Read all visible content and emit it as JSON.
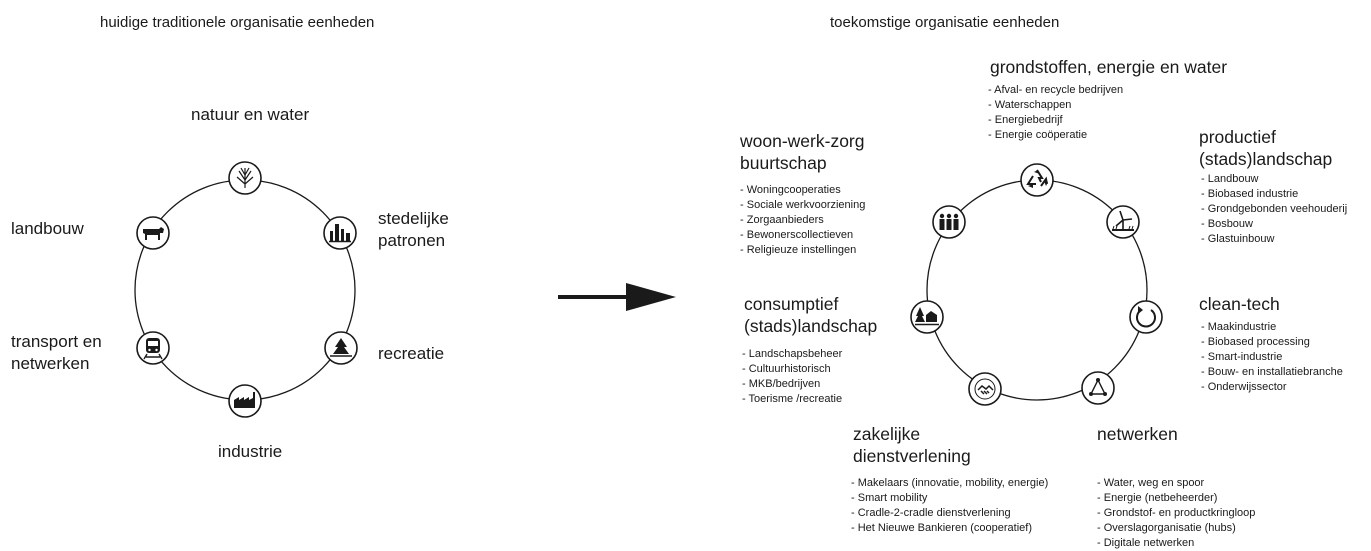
{
  "left": {
    "heading": "huidige traditionele organisatie eenheden",
    "nodes": [
      {
        "label": [
          "natuur en water"
        ],
        "icon": "reed-plant-icon"
      },
      {
        "label": [
          "stedelijke",
          "patronen"
        ],
        "icon": "city-skyline-icon"
      },
      {
        "label": [
          "recreatie"
        ],
        "icon": "tree-landscape-icon"
      },
      {
        "label": [
          "industrie"
        ],
        "icon": "factory-icon"
      },
      {
        "label": [
          "transport en",
          "netwerken"
        ],
        "icon": "train-icon"
      },
      {
        "label": [
          "landbouw"
        ],
        "icon": "cow-icon"
      }
    ]
  },
  "right": {
    "heading": "toekomstige organisatie eenheden",
    "nodes": [
      {
        "title": [
          "grondstoffen, energie en water"
        ],
        "icon": "recycle-icon",
        "items": [
          "Afval- en recycle bedrijven",
          "Waterschappen",
          "Energiebedrijf",
          "Energie coöperatie"
        ]
      },
      {
        "title": [
          "productief",
          "(stads)landschap"
        ],
        "icon": "windmill-field-icon",
        "items": [
          "Landbouw",
          "Biobased industrie",
          "Grondgebonden veehouderij",
          "Bosbouw",
          "Glastuinbouw"
        ]
      },
      {
        "title": [
          "clean-tech"
        ],
        "icon": "cycle-arrow-icon",
        "items": [
          "Maakindustrie",
          "Biobased processing",
          "Smart-industrie",
          "Bouw- en installatiebranche",
          "Onderwijssector"
        ]
      },
      {
        "title": [
          "netwerken"
        ],
        "icon": "network-triangle-icon",
        "items": [
          "Water, weg en spoor",
          "Energie (netbeheerder)",
          "Grondstof- en productkringloop",
          "Overslagorganisatie (hubs)",
          "Digitale netwerken"
        ]
      },
      {
        "title": [
          "zakelijke",
          "dienstverlening"
        ],
        "icon": "handshake-icon",
        "items": [
          "Makelaars (innovatie, mobility, energie)",
          "Smart mobility",
          "Cradle-2-cradle dienstverlening",
          "Het Nieuwe Bankieren (cooperatief)"
        ]
      },
      {
        "title": [
          "consumptief",
          "(stads)landschap"
        ],
        "icon": "farm-landscape-icon",
        "items": [
          "Landschapsbeheer",
          "Cultuurhistorisch",
          "MKB/bedrijven",
          "Toerisme /recreatie"
        ]
      },
      {
        "title": [
          "woon-werk-zorg",
          "buurtschap"
        ],
        "icon": "people-group-icon",
        "items": [
          "Woningcooperaties",
          "Sociale werkvoorziening",
          "Zorgaanbieders",
          "Bewonerscollectieven",
          "Religieuze instellingen"
        ]
      }
    ]
  },
  "colors": {
    "ink": "#1a1a1a",
    "background": "#ffffff"
  }
}
